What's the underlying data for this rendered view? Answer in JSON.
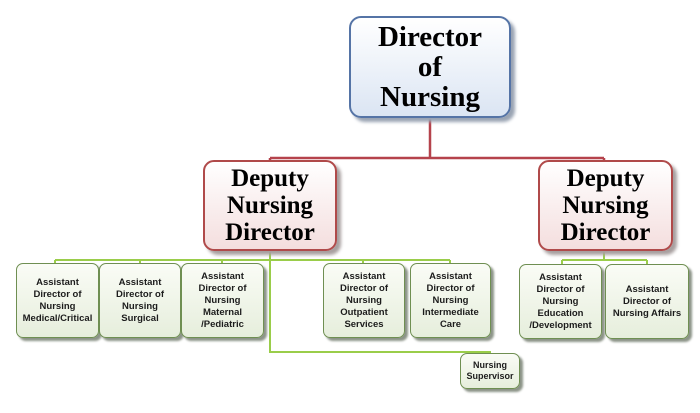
{
  "director": {
    "label": "Director\nof\nNursing"
  },
  "deputies": [
    {
      "label": "Deputy\nNursing\nDirector"
    },
    {
      "label": "Deputy\nNursing\nDirector"
    }
  ],
  "assistants_left": [
    {
      "label": "Assistant\nDirector of\nNursing\nMedical/Critical"
    },
    {
      "label": "Assistant\nDirector of\nNursing\nSurgical"
    },
    {
      "label": "Assistant\nDirector of\nNursing\nMaternal\n/Pediatric"
    },
    {
      "label": "Assistant\nDirector of\nNursing\nOutpatient\nServices"
    },
    {
      "label": "Assistant\nDirector of\nNursing\nIntermediate\nCare"
    }
  ],
  "assistants_right": [
    {
      "label": "Assistant\nDirector of\nNursing\nEducation\n/Development"
    },
    {
      "label": "Assistant\nDirector of\nNursing Affairs"
    }
  ],
  "supervisor": {
    "label": "Nursing\nSupervisor"
  },
  "colors": {
    "top_border": "#5574a6",
    "deputy_border": "#b04a4a",
    "top_connector": "#b5434c",
    "assistant_connector": "#9acd4a",
    "assistant_border": "#6f8f52"
  }
}
